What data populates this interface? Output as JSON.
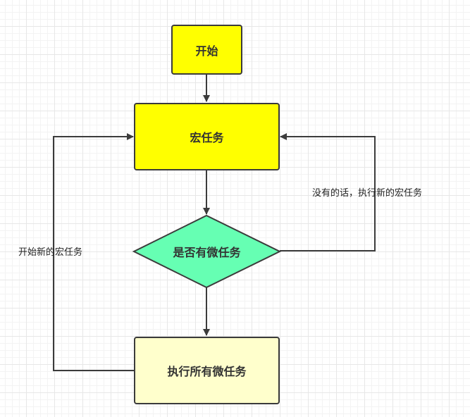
{
  "nodes": {
    "start": {
      "label": "开始",
      "fill": "#ffff00"
    },
    "macro_task": {
      "label": "宏任务",
      "fill": "#ffff00"
    },
    "decision": {
      "label": "是否有微任务",
      "fill": "#66ffb3"
    },
    "execute_micro": {
      "label": "执行所有微任务",
      "fill": "#ffffcc"
    }
  },
  "edges": {
    "no_micro_label": "没有的话，执行新的宏任务",
    "start_new_label": "开始新的宏任务"
  },
  "colors": {
    "stroke": "#3b3b3b",
    "text": "#333333"
  }
}
